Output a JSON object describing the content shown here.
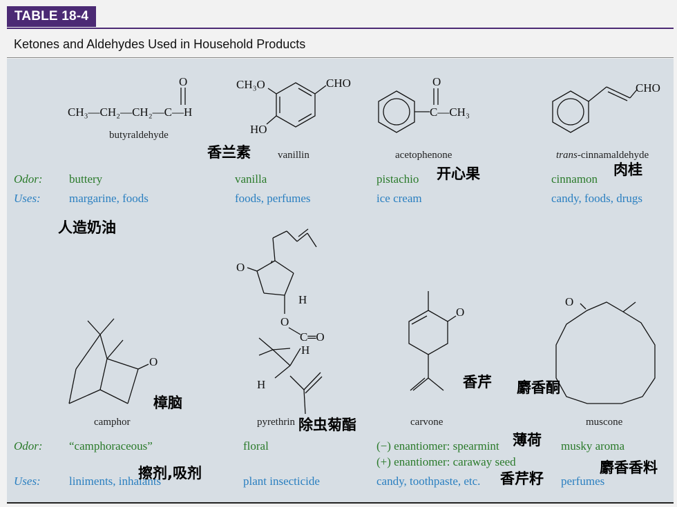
{
  "table_tag": "TABLE 18-4",
  "title": "Ketones and Aldehydes Used in Household Products",
  "labels": {
    "odor": "Odor:",
    "uses": "Uses:"
  },
  "top_row": [
    {
      "name": "butyraldehyde",
      "odor": "buttery",
      "uses": "margarine, foods"
    },
    {
      "name": "vanillin",
      "odor": "vanilla",
      "uses": "foods, perfumes"
    },
    {
      "name": "acetophenone",
      "odor": "pistachio",
      "uses": "ice cream"
    },
    {
      "name_prefix": "trans",
      "name": "-cinnamaldehyde",
      "odor": "cinnamon",
      "uses": "candy, foods, drugs"
    }
  ],
  "bottom_row": [
    {
      "name": "camphor",
      "odor": "“camphoraceous”",
      "uses": "liniments, inhalants"
    },
    {
      "name": "pyrethrin",
      "odor": "floral",
      "uses": "plant insecticide"
    },
    {
      "name": "carvone",
      "odor1": "(−) enantiomer: spearmint",
      "odor2": "(+) enantiomer: caraway seed",
      "uses": "candy, toothpaste, etc."
    },
    {
      "name": "muscone",
      "odor": "musky aroma",
      "uses": "perfumes"
    }
  ],
  "annotations": {
    "vanillin": "香兰素",
    "pistachio": "开心果",
    "cinnamon": "肉桂",
    "butter": "人造奶油",
    "camphor": "樟脑",
    "pyrethrin": "除虫菊酯",
    "carvone": "香芹",
    "muscone": "麝香酮",
    "mint": "薄荷",
    "liniments": "擦剂,吸剂",
    "caraway": "香芹籽",
    "musk_perfume": "麝香香料"
  },
  "atoms": {
    "butyraldehyde_chain": "CH₃—CH₂—CH₂—C—H",
    "oxygen": "O",
    "methoxy": "CH₃O",
    "aldehyde": "CHO",
    "hydroxyl": "HO",
    "acetyl_tail": "C—CH₃",
    "hydrogen": "H",
    "ester_carbon": "C═O"
  },
  "colors": {
    "header": "#4b2a74",
    "panel": "#d7dee4",
    "odor": "#2a7a2a",
    "uses": "#2a7fc0"
  }
}
